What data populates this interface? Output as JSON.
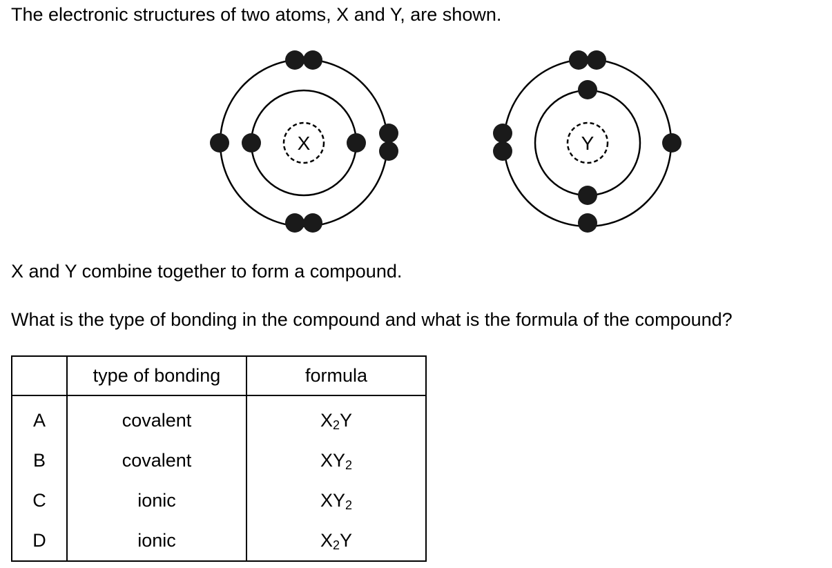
{
  "question": {
    "intro": "The electronic structures of two atoms, X and Y, are shown.",
    "combine": "X and Y combine together to form a compound.",
    "prompt": "What is the type of bonding in the compound and what is the formula of the compound?"
  },
  "atoms": {
    "x": {
      "label": "X"
    },
    "y": {
      "label": "Y"
    }
  },
  "table": {
    "headers": [
      "",
      "type of bonding",
      "formula"
    ],
    "rows": [
      {
        "letter": "A",
        "bonding": "covalent",
        "formula": {
          "main": "X",
          "sub": "2",
          "tail": "Y"
        }
      },
      {
        "letter": "B",
        "bonding": "covalent",
        "formula": {
          "main": "XY",
          "sub": "2",
          "tail": ""
        }
      },
      {
        "letter": "C",
        "bonding": "ionic",
        "formula": {
          "main": "XY",
          "sub": "2",
          "tail": ""
        }
      },
      {
        "letter": "D",
        "bonding": "ionic",
        "formula": {
          "main": "X",
          "sub": "2",
          "tail": "Y"
        }
      }
    ]
  }
}
